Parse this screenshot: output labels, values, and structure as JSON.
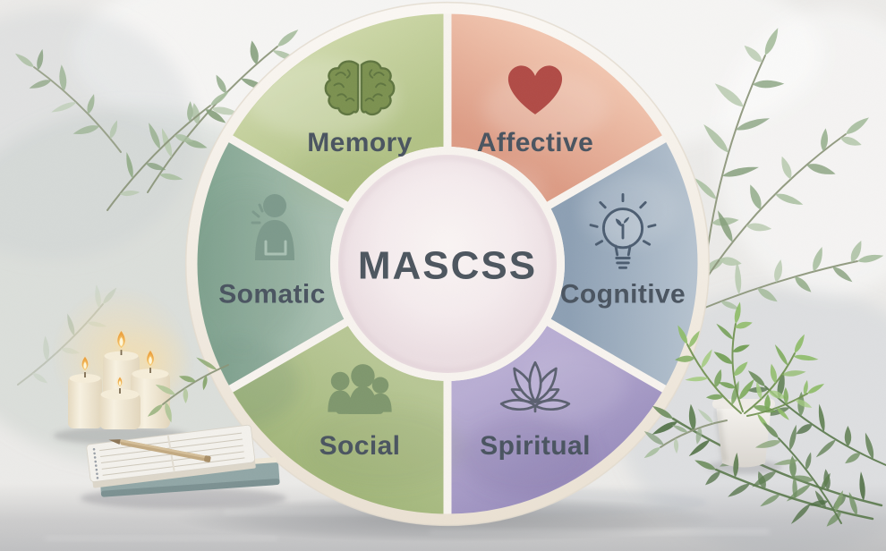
{
  "wheel": {
    "center_label": "MASCSS",
    "text_color": "#4a5460",
    "center_text_color": "#4d565f",
    "ring_color": "#f8f4ef",
    "segments": [
      {
        "id": "memory",
        "label": "Memory",
        "icon": "brain-icon",
        "start": 300,
        "end": 360,
        "color_outer": "#ccd7a7",
        "color_inner": "#b2c286",
        "icon_color": "#7c9150",
        "icon_accent": "#5f7540"
      },
      {
        "id": "affective",
        "label": "Affective",
        "icon": "heart-icon",
        "start": 0,
        "end": 60,
        "color_outer": "#f2c6b0",
        "color_inner": "#dd9c85",
        "icon_color": "#b14b46",
        "icon_accent": "#9c3f3c"
      },
      {
        "id": "cognitive",
        "label": "Cognitive",
        "icon": "lightbulb-icon",
        "start": 60,
        "end": 120,
        "color_outer": "#b6c3d0",
        "color_inner": "#8da0b4",
        "icon_color": "#4c5d71",
        "icon_accent": "#a2b3c4"
      },
      {
        "id": "spiritual",
        "label": "Spiritual",
        "icon": "lotus-icon",
        "start": 120,
        "end": 180,
        "color_outer": "#9c90bf",
        "color_inner": "#b9aed4",
        "icon_color": "#5b6070",
        "icon_accent": "#beb4d8"
      },
      {
        "id": "social",
        "label": "Social",
        "icon": "people-icon",
        "start": 180,
        "end": 240,
        "color_outer": "#a3b77b",
        "color_inner": "#b8c795",
        "icon_color": "#7f976e",
        "icon_accent": "#6d8560"
      },
      {
        "id": "somatic",
        "label": "Somatic",
        "icon": "person-pain-icon",
        "start": 240,
        "end": 300,
        "color_outer": "#82a591",
        "color_inner": "#a9c0b2",
        "icon_color": "#7d9a8c",
        "icon_accent": "#abc2b5"
      }
    ]
  },
  "decor": {
    "items": [
      "eucalyptus-branches",
      "lit-candles",
      "notebooks-with-pen",
      "potted-plant",
      "green-bush"
    ]
  }
}
